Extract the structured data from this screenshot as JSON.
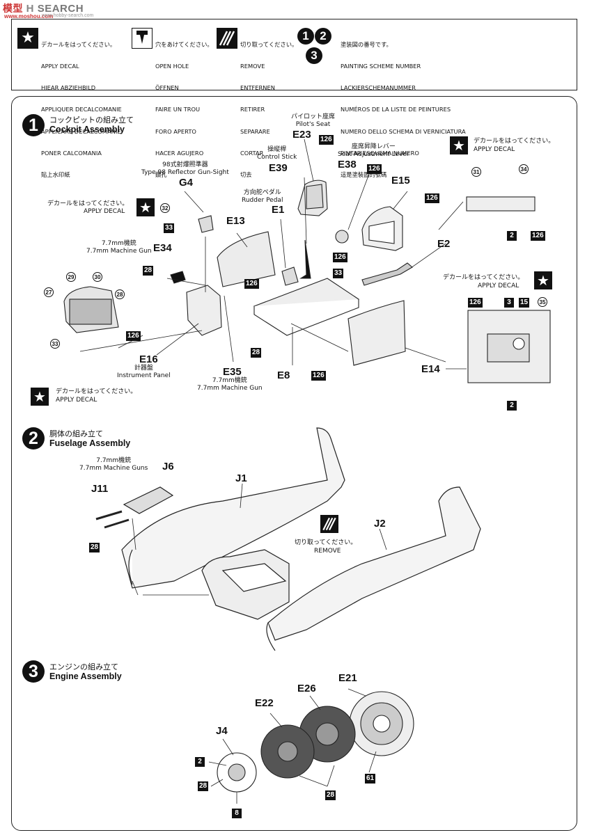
{
  "watermark": {
    "prefix": "H",
    "text": "SEARCH",
    "sub": "www.hobby-search.com",
    "site_cn": "模型",
    "site_url": "www.moshou.com"
  },
  "legend": {
    "apply_decal": [
      "デカールをはってください。",
      "APPLY DECAL",
      "HIEAR ABZIEHBILD",
      "APPLIQUER DECALCOMANIE",
      "APPLICARE DECALCOMANIE",
      "PONER CALCOMANIA",
      "貼上水印紙"
    ],
    "open_hole": [
      "穴をあけてください。",
      "OPEN HOLE",
      "ÖFFNEN",
      "FAIRE UN TROU",
      "FORO APERTO",
      "HACER AGUJERO",
      "鑽孔"
    ],
    "remove": [
      "切り取ってください。",
      "REMOVE",
      "ENTFERNEN",
      "RETIRER",
      "SEPARARE",
      "CORTAR",
      "切去"
    ],
    "painting_scheme": [
      "塗装図の番号です。",
      "PAINTING SCHEME NUMBER",
      "LACKIERSCHEMANUMMER",
      "NUMÉROS DE LA LISTE DE PEINTURES",
      "NUMERO DELLO SCHEMA DI VERNICIATURA",
      "PINTAR ESQUEMA NUMERO",
      "這是塗裝圖的號碼"
    ],
    "scheme_numbers": [
      "1",
      "2",
      "3"
    ]
  },
  "steps": [
    {
      "number": "1",
      "jp": "コックピットの組み立て",
      "title": "Cockpit Assembly"
    },
    {
      "number": "2",
      "jp": "胴体の組み立て",
      "title": "Fuselage Assembly"
    },
    {
      "number": "3",
      "jp": "エンジンの組み立て",
      "title": "Engine Assembly"
    }
  ],
  "part_labels": {
    "E23": "E23",
    "E39": "E39",
    "E38": "E38",
    "E15": "E15",
    "G4": "G4",
    "E1": "E1",
    "E13": "E13",
    "E34": "E34",
    "E2": "E2",
    "E16": "E16",
    "E35": "E35",
    "E8": "E8",
    "E14": "E14",
    "J6": "J6",
    "J1": "J1",
    "J11": "J11",
    "J2": "J2",
    "E21": "E21",
    "E26": "E26",
    "E22": "E22",
    "J4": "J4"
  },
  "captions": {
    "pilot_seat": "パイロット座席\nPilot's Seat",
    "control_stick": "操縦桿\nControl Stick",
    "seat_lever": "座席昇降レバー\nSeat Adjustment Lever",
    "gun_sight": "98式射爆照準器\nType 98 Reflector Gun-Sight",
    "rudder_pedal": "方向舵ペダル\nRudder Pedal",
    "mg_e34": "7.7mm機銃\n7.7mm Machine Gun",
    "instrument_panel": "計器盤\nInstrument Panel",
    "mg_e35": "7.7mm機銃\n7.7mm Machine Gun",
    "mg_j6": "7.7mm機銃\n7.7mm Machine Guns",
    "apply_decal_jp": "デカールをはってください。",
    "apply_decal_en": "APPLY DECAL",
    "remove_jp": "切り取ってください。",
    "remove_en": "REMOVE"
  },
  "callouts": {
    "sq126": "126",
    "sq33": "33",
    "sq28": "28",
    "sq2": "2",
    "sq3": "3",
    "sq15": "15",
    "sq8": "8",
    "sq61": "61",
    "c31": "31",
    "c34": "34",
    "c32": "32",
    "c29": "29",
    "c30": "30",
    "c27": "27",
    "c28": "28",
    "c33": "33",
    "c35": "35"
  }
}
